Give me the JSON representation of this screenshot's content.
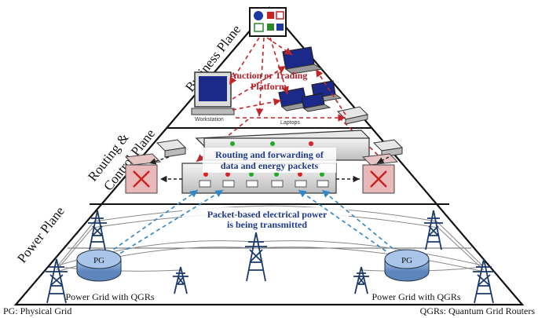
{
  "planes": {
    "business": "Business Plane",
    "routing_line1": "Routing &",
    "routing_line2": "Control Plane",
    "power": "Power Plane"
  },
  "business": {
    "platform_line1": "Auction or Trading",
    "platform_line2": "Platform",
    "workstation": "Workstation",
    "laptops": "Laptops"
  },
  "routing": {
    "caption_line1": "Routing and forwarding of",
    "caption_line2": "data and energy packets"
  },
  "power": {
    "caption_line1": "Packet-based electrical power",
    "caption_line2": "is being transmitted",
    "pg_left": "PG",
    "pg_right": "PG",
    "grid_left": "Power Grid with QGRs",
    "grid_right": "Power Grid with QGRs"
  },
  "footer": {
    "left": "PG: Physical Grid",
    "right": "QGRs: Quantum Grid Routers"
  },
  "colors": {
    "dashed_red": "#c0262a",
    "dashed_blue": "#2f86c8",
    "caption_red": "#b0202a",
    "caption_blue": "#1f3a8a",
    "pg_fill": "#8eb2dc"
  }
}
